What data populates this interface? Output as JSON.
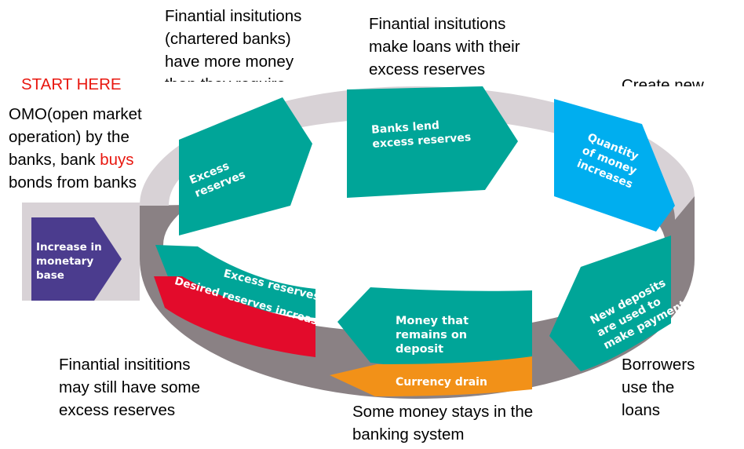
{
  "annotations": {
    "start_here": "START HERE",
    "omo_part1": "OMO(open market\noperation) by the\nbanks, bank ",
    "omo_buys": "buys",
    "omo_part2": "\nbonds from banks",
    "top_left": "Finantial insitutions\n(chartered banks)\nhave more money\nthan they require",
    "top_right": "Finantial insitutions\nmake loans with their\nexcess reserves",
    "top_far_right": "Create new",
    "bottom_left": "Finantial insititions\nmay still have some\nexcess reserves",
    "bottom_center": "Some money stays in the\nbanking system",
    "bottom_right": "Borrowers\nuse the\nloans"
  },
  "diagram": {
    "increase_base": [
      "Increase in",
      "monetary",
      "base"
    ],
    "excess_reserves_top": [
      "Excess",
      "reserves"
    ],
    "banks_lend": [
      "Banks lend",
      "excess reserves"
    ],
    "quantity_money": [
      "Quantity",
      "of money",
      "increases"
    ],
    "new_deposits": [
      "New deposits",
      "are used to",
      "make payments"
    ],
    "money_remains": [
      "Money that",
      "remains on",
      "deposit"
    ],
    "currency_drain": "Currency drain",
    "excess_reserves_bottom": "Excess reserves",
    "desired_reserves": "Desired reserves increase"
  },
  "colors": {
    "teal": "#00a598",
    "blue": "#00aeef",
    "purple": "#4b3c8e",
    "orange": "#f29118",
    "red": "#e30b2b",
    "grey_light": "#d8d2d6",
    "grey_dark": "#8a8184",
    "annotation_red": "#e8170f"
  }
}
